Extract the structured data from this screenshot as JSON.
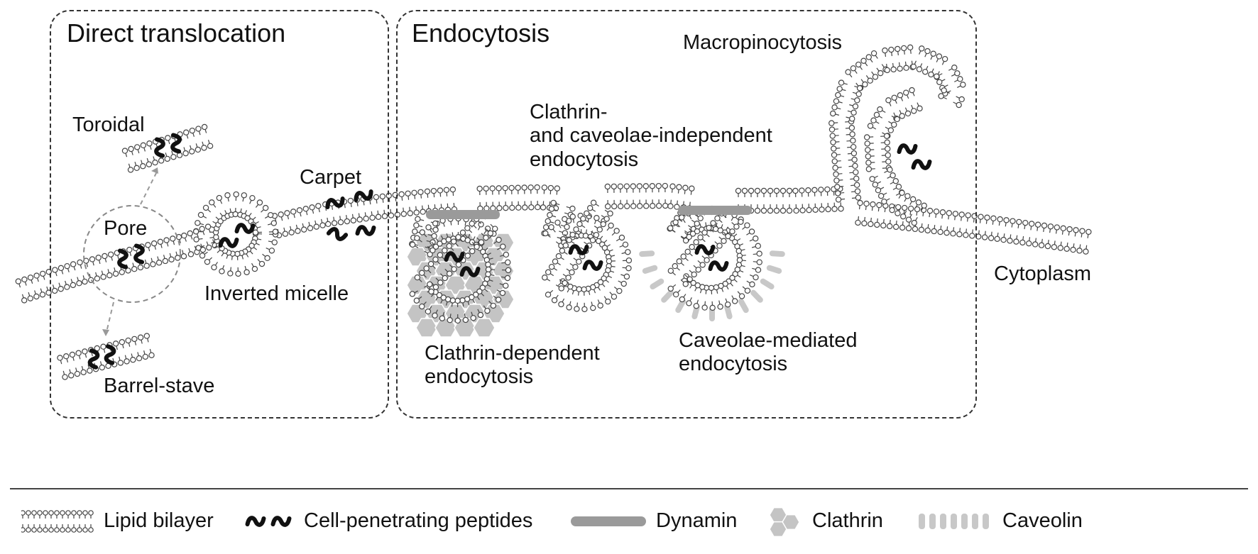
{
  "panels": {
    "direct": {
      "title": "Direct translocation"
    },
    "endo": {
      "title": "Endocytosis"
    }
  },
  "labels": {
    "toroidal": "Toroidal",
    "pore": "Pore",
    "barrel_stave": "Barrel-stave",
    "inverted_micelle": "Inverted micelle",
    "carpet": "Carpet",
    "macropinocytosis": "Macropinocytosis",
    "clathrin_caveolae_independent": "Clathrin-\nand caveolae-independent\nendocytosis",
    "clathrin_dependent": "Clathrin-dependent\nendocytosis",
    "caveolae_mediated": "Caveolae-mediated\nendocytosis",
    "cytoplasm": "Cytoplasm"
  },
  "legend": {
    "lipid_bilayer": "Lipid bilayer",
    "cpp": "Cell-penetrating peptides",
    "dynamin": "Dynamin",
    "clathrin": "Clathrin",
    "caveolin": "Caveolin"
  },
  "colors": {
    "outline": "#333333",
    "peptide": "#111111",
    "dynamin": "#9a9a9a",
    "clathrin": "#c4c4c4",
    "caveolin": "#c8c8c8"
  }
}
